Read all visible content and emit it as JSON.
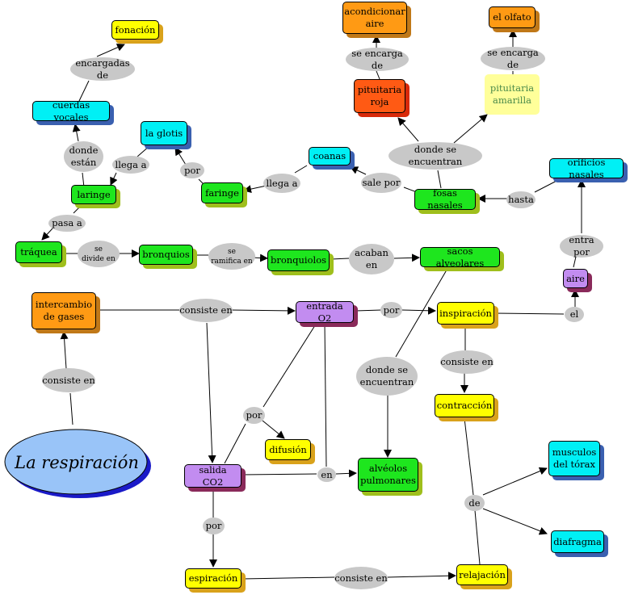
{
  "main_topic": "La respiración",
  "nodes": {
    "fonacion": "fonación",
    "cuerdas_vocales": "cuerdas vocales",
    "la_glotis": "la glotis",
    "laringe": "laringe",
    "faringe": "faringe",
    "coanas": "coanas",
    "acondicionar_aire": "acondicionar\naire",
    "el_olfato": "el olfato",
    "pituitaria_roja": "pituitaria\nroja",
    "pituitaria_amarilla": "pituitaria\namarilla",
    "fosas_nasales": "fosas nasales",
    "orificios_nasales": "orificios nasales",
    "traquea": "tráquea",
    "bronquios": "bronquios",
    "bronquiolos": "bronquiolos",
    "sacos_alveolares": "sacos alveolares",
    "aire": "aire",
    "intercambio_gases": "intercambio\nde gases",
    "entrada_o2": "entrada O2",
    "inspiracion": "inspiración",
    "contraccion": "contracción",
    "difusion": "difusión",
    "alveolos_pulmonares": "alvéolos\npulmonares",
    "salida_co2": "salida CO2",
    "musculos_torax": "musculos\ndel tórax",
    "diafragma": "diafragma",
    "espiracion": "espiración",
    "relajacion": "relajación"
  },
  "links": {
    "encargadas_de": "encargadas de",
    "donde_estan": "donde\nestán",
    "llega_a_1": "llega a",
    "por_1": "por",
    "llega_a_2": "llega a",
    "se_encarga_de_1": "se encarga de",
    "se_encarga_de_2": "se encarga de",
    "donde_se_encuentran_1": "donde se encuentran",
    "sale_por": "sale por",
    "hasta": "hasta",
    "pasa_a": "pasa a",
    "se_divide_en": "se\ndivide en",
    "se_ramifica_en": "se\nramifica en",
    "acaban_en": "acaban\nen",
    "entra_por": "entra por",
    "consiste_en_1": "consiste en",
    "por_2": "por",
    "el": "el",
    "consiste_en_2": "consiste en",
    "donde_se_encuentran_2": "donde se\nencuentran",
    "consiste_en_3": "consiste en",
    "por_3": "por",
    "en": "en",
    "de": "de",
    "por_4": "por",
    "consiste_en_4": "consiste en"
  },
  "colors": {
    "yellow": "#ffff00",
    "green": "#1ee61e",
    "cyan": "#00f0f5",
    "orange": "#ff9a14",
    "red_orange": "#ff5a14",
    "purple": "#c28cf0",
    "pale_yellow": "#ffff9a",
    "link_label": "#c8c8c8",
    "main_ellipse": "#99c4f8",
    "main_ellipse_shadow": "#1a1ac8"
  }
}
